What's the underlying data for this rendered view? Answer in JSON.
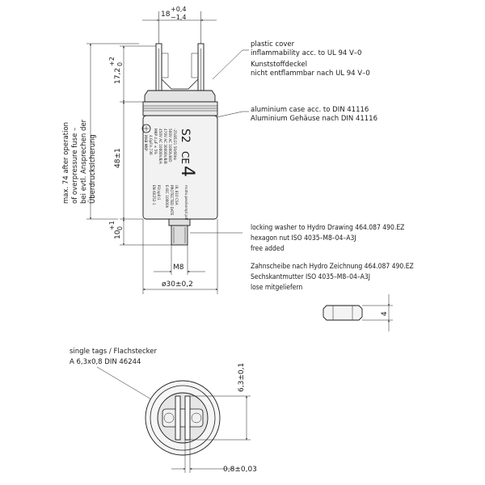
{
  "dimensions": {
    "tag_spacing": "18",
    "tag_spacing_tol_plus": "+0,4",
    "tag_spacing_tol_minus": "−1,4",
    "tag_height": "17,2",
    "tag_height_tol_plus": "+2",
    "tag_height_tol_minus": "0",
    "body_height": "48±1",
    "stud_length": "10",
    "stud_length_tol_plus": "+1",
    "stud_length_tol_minus": "0",
    "thread": "M8",
    "diameter": "ø30±0,2",
    "nut_height": "4",
    "tag_width": "6,3±0,1",
    "tag_thickness": "0,8±0,03"
  },
  "notes": {
    "max74": [
      "max. 74 after operation",
      "of overpressure fuse –",
      "bei evtl. Ansprechen der",
      "Überdrucksicherung"
    ],
    "plastic_cover": [
      "plastic cover",
      "inflammability acc. to UL 94 V–0",
      "Kunststoffdeckel",
      "nicht entflammbar nach UL 94 V–0"
    ],
    "aluminium_case": [
      "aluminium case acc. to   DIN 41116",
      "Aluminium Gehäuse nach DIN 41116"
    ],
    "washer": [
      "locking washer to Hydro Drawing 464.087 490.EZ",
      "hexagon nut ISO 4035–M8–04–A3J",
      "free added",
      "Zahnscheibe nach Hydro Zeichnung 464.087 490.EZ",
      "Sechskantmutter ISO 4035–M8–04–A3J",
      "lose mitgeliefern"
    ],
    "tags": [
      "single tags / Flachstecker",
      "A 6,3x0,8 DIN 46244"
    ]
  },
  "label": {
    "line1": "MAB  MKP",
    "line2": "4,0µF/s.736",
    "line3": "MKP  4  µF ± 5%",
    "line4": "450V AC  10000h/B/A",
    "line5": "470V AC  30000h/B/B",
    "line6": "500V AC  1000h/B/D",
    "line7": "-25/85/21  50/60Hz",
    "line8": "S2",
    "line9": "CE",
    "line10": "4",
    "line11": "EN 60252-1",
    "line12": "P2(sp0)1",
    "line13": "E-IEC  10000h",
    "line14": "PROTECTED  DATE",
    "line15": "UL 810   CSA",
    "line16": "mutlu.pes/kompl.pdf"
  }
}
